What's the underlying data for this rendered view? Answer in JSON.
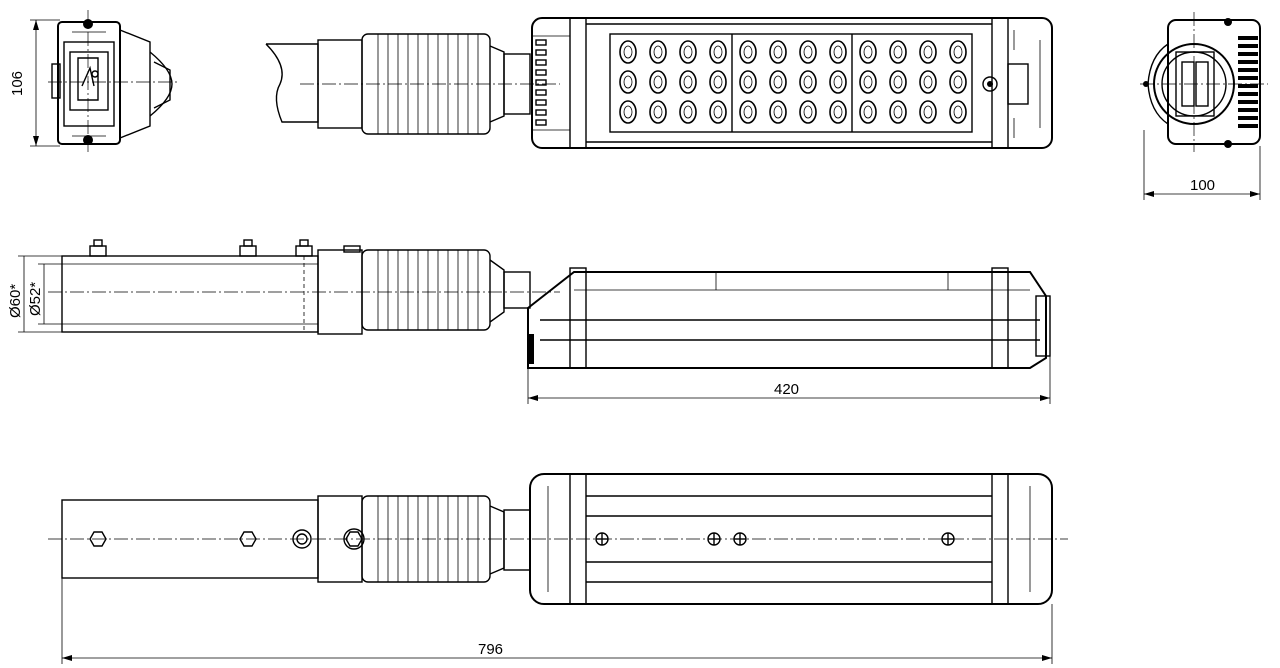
{
  "drawing": {
    "dimensions": {
      "front_height": "106",
      "end_width": "100",
      "body_length": "420",
      "total_length": "796",
      "pipe_outer_dia": "Ø60*",
      "pipe_inner_dia": "Ø52*"
    },
    "led_grid": {
      "modules": 3,
      "rows": 3,
      "columns_per_module": 4
    }
  }
}
